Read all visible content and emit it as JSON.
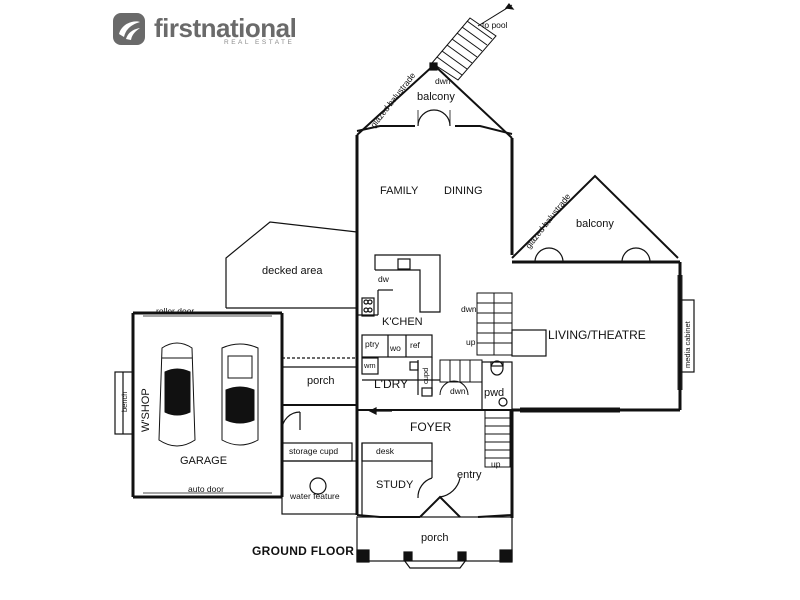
{
  "brand": {
    "name": "firstnational",
    "subtitle": "REAL ESTATE"
  },
  "plan": {
    "title": "GROUND FLOOR",
    "rooms": {
      "family": "FAMILY",
      "dining": "DINING",
      "kitchen": "K'CHEN",
      "laundry": "L'DRY",
      "foyer": "FOYER",
      "study": "STUDY",
      "living_theatre": "LIVING/THEATRE",
      "garage": "GARAGE",
      "workshop": "W'SHOP",
      "pwd": "pwd",
      "porch_side": "porch",
      "porch_front": "porch",
      "balcony_top": "balcony",
      "balcony_right": "balcony",
      "decked_area": "decked area",
      "entry": "entry"
    },
    "fixtures": {
      "dw": "dw",
      "ptry": "ptry",
      "wo": "wo",
      "ref": "ref",
      "wm": "wm",
      "cupd": "cupd",
      "desk": "desk",
      "storage_cupd": "storage cupd",
      "water_feature": "water feature",
      "bench": "bench",
      "media_cabinet": "media cabinet",
      "roller_door": "roller door",
      "auto_door": "auto door",
      "glazed_balustrade_top": "glazed balustrade",
      "glazed_balustrade_right": "glazed balustrade"
    },
    "stairs": {
      "to_pool": "to pool",
      "dwn_top": "dwn",
      "dwn_kitchen": "dwn",
      "up_kitchen": "up",
      "dwn_foyer": "dwn",
      "up_foyer": "up"
    }
  }
}
